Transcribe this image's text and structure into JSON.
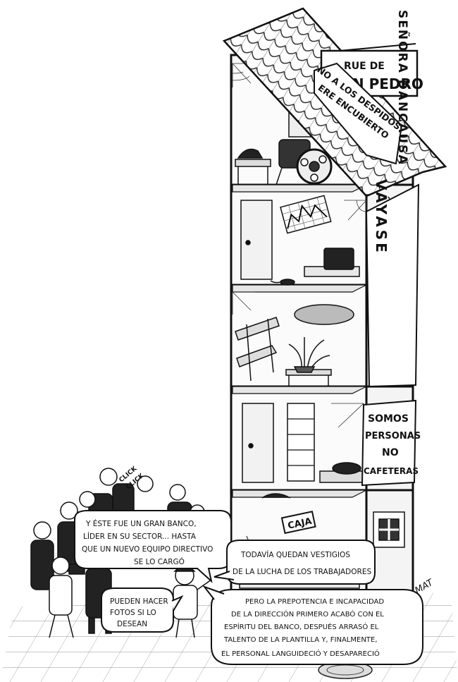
{
  "street_sign": {
    "line1": "RUE DE",
    "line2": "SAN PEDRO"
  },
  "banners": {
    "roof_banner": [
      "NO A LOS DESPIDOS",
      "ERE ENCUBIERTO"
    ],
    "vertical_left": "VÁYASE",
    "vertical_right": "SEÑORA DANCAUSA",
    "somos": [
      "SOMOS",
      "PERSONAS",
      "NO",
      "CAFETERAS"
    ]
  },
  "caja_sign": "CAJA",
  "camera_sounds": [
    "CLICK",
    "CLICK"
  ],
  "speech": {
    "gran_banco": [
      "Y ÉSTE FUE UN GRAN BANCO,",
      "LÍDER EN SU SECTOR... HASTA",
      "QUE UN NUEVO EQUIPO DIRECTIVO",
      "SE LO CARGÓ"
    ],
    "vestigios": [
      "TODAVÍA QUEDAN VESTIGIOS",
      "DE LA LUCHA DE LOS TRABAJADORES"
    ],
    "fotos": [
      "PUEDEN HACER",
      "FOTOS SI LO",
      "DESEAN"
    ],
    "prepotencia": [
      "PERO LA PREPOTENCIA E INCAPACIDAD",
      "DE LA DIRECCIÓN PRIMERO ACABÓ CON EL",
      "ESPÍRITU DEL BANCO, DESPUÉS ARRASÓ EL",
      "TALENTO DE LA PLANTILLA Y, FINALMENTE,",
      "EL PERSONAL LANGUIDECIÓ Y DESAPARECIÓ"
    ]
  },
  "signature": "MAT"
}
